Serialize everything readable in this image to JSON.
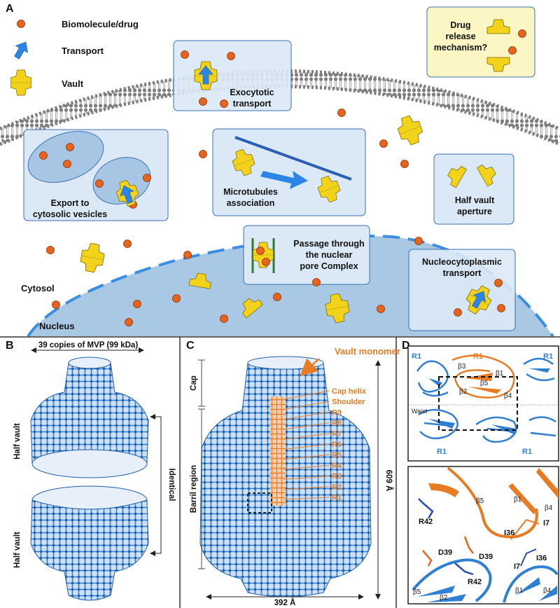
{
  "colors": {
    "accent_orange": "#e87c25",
    "structure_blue": "#2f7fd3",
    "vault_yellow": "#f2d21b",
    "box_blue": "#dbe9f6",
    "box_yellow": "#fbf6c4",
    "nucleus_blue": "#a9c8e3",
    "membrane_grey": "#8d8d8d"
  },
  "panel_a": {
    "letter": "A",
    "legend": {
      "biomolecule": "Biomolecule/drug",
      "transport": "Transport",
      "vault": "Vault"
    },
    "boxes": {
      "drug_release": [
        "Drug",
        "release",
        "mechanism?"
      ],
      "exocytotic": [
        "Exocytotic",
        "transport"
      ],
      "export": [
        "Export to",
        "cytosolic vesicles"
      ],
      "microtubules": [
        "Microtubules",
        "association"
      ],
      "half_vault": [
        "Half vault",
        "aperture"
      ],
      "nuclear_pore": [
        "Passage through",
        "the nuclear",
        "pore Complex"
      ],
      "nucleocytoplasmic": [
        "Nucleocytoplasmic",
        "transport"
      ]
    },
    "cytosol": "Cytosol",
    "nucleus": "Nucleus"
  },
  "panel_b": {
    "letter": "B",
    "copies": "39 copies of MVP (99 kDa)",
    "half_vault_top": "Half vault",
    "half_vault_bottom": "Half vault",
    "identical": "Identical"
  },
  "panel_c": {
    "letter": "C",
    "vault_monomer": "Vault monomer",
    "cap": "Cap",
    "barrel": "Barril region",
    "height": "609 Å",
    "width": "392 Å",
    "labels": [
      "Cap helix",
      "Shoulder",
      "R9",
      "R8",
      "R7",
      "R6",
      "R5",
      "R4",
      "R3",
      "R2",
      "R1"
    ]
  },
  "panel_d": {
    "letter": "D",
    "top": {
      "r1_left": "R1",
      "r1_center": "R1",
      "r1_right": "R1",
      "waist": "Waist",
      "r1_bottom_left": "R1",
      "r1_bottom_right": "R1",
      "beta": [
        "β3",
        "β1",
        "β5",
        "β2",
        "β4"
      ]
    },
    "bottom": {
      "residues": [
        "R42",
        "I36",
        "I7",
        "D39",
        "D39",
        "R42",
        "I7",
        "I36"
      ],
      "beta_orange": [
        "β5",
        "β1",
        "β4"
      ],
      "beta_blue": [
        "β5",
        "β2",
        "β1",
        "β4"
      ]
    }
  }
}
